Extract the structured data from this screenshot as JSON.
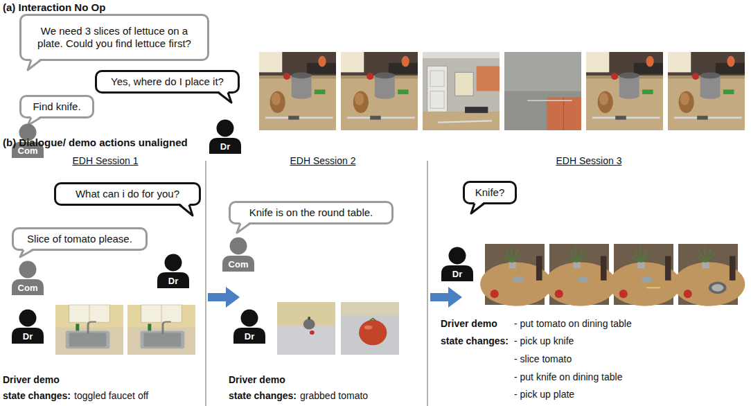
{
  "diagram": {
    "nodes": [
      {
        "text": [
          "We need 3 slices of lettuce on a plate. Could you find lettuce first?"
        ]
      },
      {
        "text": [
          "Yes, where do I place it?"
        ]
      },
      {
        "text": [
          "Find knife."
        ]
      },
      {
        "text": [
          "Com"
        ]
      },
      {
        "text": [
          "Dr"
        ]
      },
      {
        "text": [
          "What can i do for you?"
        ]
      },
      {
        "text": [
          "Slice of tomato please."
        ]
      },
      {
        "text": [
          "Com"
        ]
      },
      {
        "text": [
          "Dr"
        ]
      },
      {
        "text": [
          "Dr"
        ]
      },
      {
        "text": [
          "Knife is on the round table."
        ]
      },
      {
        "text": [
          "Com"
        ]
      },
      {
        "text": [
          "Dr"
        ]
      },
      {
        "text": [
          "Knife?"
        ]
      },
      {
        "text": [
          "Dr"
        ]
      }
    ],
    "labels": [
      "(a) Interaction No Op",
      "(b) Dialogue/ demo actions unaligned",
      "EDH Session 1",
      "EDH Session 2",
      "EDH Session 3",
      "Driver demo",
      "state changes:",
      "toggled faucet off",
      "Driver demo",
      "state changes:",
      "grabbed tomato",
      "Driver demo",
      "state changes:",
      "- put tomato on dining table",
      "- pick up knife",
      "- slice tomato",
      "- put knife on dining table",
      "- pick up plate"
    ]
  }
}
